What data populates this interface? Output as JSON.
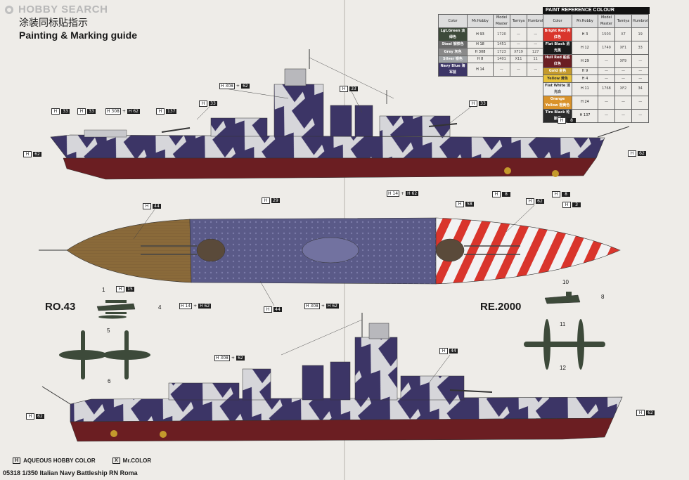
{
  "brand": {
    "logo_text": "HOBBY SEARCH"
  },
  "title": {
    "chinese": "涂装同标贴指示",
    "english": "Painting & Marking guide"
  },
  "paint_table": {
    "header": "PAINT REFERENCE COLOUR",
    "columns": [
      "Color",
      "Mr.Hobby",
      "Model Master",
      "Tamiya",
      "Humbrol"
    ],
    "left_rows": [
      {
        "name": "Lgt.Green 淡绿色",
        "swatch": "#3d4a3a",
        "code": "H 93",
        "mm": "1720",
        "tamiya": "—",
        "humbrol": "—"
      },
      {
        "name": "Steel 钢铁色",
        "swatch": "#6a6a6a",
        "code": "H 18",
        "mm": "1451",
        "tamiya": "—",
        "humbrol": "—"
      },
      {
        "name": "Grey 灰色",
        "swatch": "#8a8a8a",
        "code": "H 308",
        "mm": "1723",
        "tamiya": "XF19",
        "humbrol": "127"
      },
      {
        "name": "Silver 银色",
        "swatch": "#9fa3a6",
        "code": "H 8",
        "mm": "1401",
        "tamiya": "X11",
        "humbrol": "11"
      },
      {
        "name": "Navy Blue 海军蓝",
        "swatch": "#3c3566",
        "code": "H 14",
        "mm": "—",
        "tamiya": "—",
        "humbrol": "—"
      }
    ],
    "right_rows": [
      {
        "name": "Bright Red 亮红色",
        "swatch": "#d9352c",
        "code": "H 3",
        "mm": "1503",
        "tamiya": "X7",
        "humbrol": "19"
      },
      {
        "name": "Flat Black 消光黑",
        "swatch": "#1a1a1a",
        "code": "H 12",
        "mm": "1749",
        "tamiya": "XF1",
        "humbrol": "33"
      },
      {
        "name": "Hull Red 船底红色",
        "swatch": "#6b1e22",
        "code": "H 29",
        "mm": "—",
        "tamiya": "XF9",
        "humbrol": "—"
      },
      {
        "name": "Gold 金色",
        "swatch": "#c49a2c",
        "code": "H 9",
        "mm": "—",
        "tamiya": "—",
        "humbrol": "—"
      },
      {
        "name": "Yellow 黄色",
        "swatch": "#e8c23a",
        "code": "H 4",
        "mm": "—",
        "tamiya": "—",
        "humbrol": "—"
      },
      {
        "name": "Flat White 消光白",
        "swatch": "#efefef",
        "code": "H 11",
        "mm": "1768",
        "tamiya": "XF2",
        "humbrol": "34"
      },
      {
        "name": "Orange Yellow 橙黄色",
        "swatch": "#d9922a",
        "code": "H 24",
        "mm": "—",
        "tamiya": "—",
        "humbrol": "—"
      },
      {
        "name": "Tire Black 轮胎黑",
        "swatch": "#2b2b2b",
        "code": "H 137",
        "mm": "—",
        "tamiya": "—",
        "humbrol": "—"
      }
    ]
  },
  "callouts": {
    "c1": {
      "box": "H 308",
      "num": "62"
    },
    "c2": {
      "box": "H",
      "num": "33"
    },
    "c3": {
      "box": "H",
      "num": "33"
    },
    "c4": {
      "box": "H",
      "num": "33"
    },
    "c5": {
      "box": "H 308",
      "num": "H 62"
    },
    "c6": {
      "box": "H",
      "num": "137"
    },
    "c7": {
      "box": "H",
      "num": "33"
    },
    "c8": {
      "box": "H",
      "num": "33"
    },
    "c9": {
      "box": "H",
      "num": "8"
    },
    "c10": {
      "box": "H",
      "num": "62"
    },
    "c11": {
      "box": "H",
      "num": "62"
    },
    "c12": {
      "box": "H",
      "num": "8"
    },
    "c13": {
      "box": "H",
      "num": "8"
    },
    "c14": {
      "box": "H",
      "num": "29"
    },
    "c15": {
      "box": "H",
      "num": "44"
    },
    "c16": {
      "box": "H 14",
      "num": "H 62"
    },
    "c17": {
      "box": "H",
      "num": "58"
    },
    "c18": {
      "box": "H",
      "num": "62"
    },
    "c19": {
      "box": "H",
      "num": "3"
    },
    "c20": {
      "box": "H",
      "num": "44"
    },
    "c21": {
      "box": "H 14",
      "num": "H 62"
    },
    "c22": {
      "box": "H 308",
      "num": "H 62"
    },
    "c23": {
      "box": "H",
      "num": "15"
    },
    "c24": {
      "box": "H",
      "num": "44"
    },
    "c25": {
      "box": "H 308",
      "num": "62"
    },
    "c26": {
      "box": "H",
      "num": "62"
    },
    "c27": {
      "box": "H",
      "num": "62"
    }
  },
  "planes": {
    "left_name": "RO.43",
    "right_name": "RE.2000"
  },
  "part_numbers": [
    "1",
    "4",
    "5",
    "6",
    "10",
    "8",
    "11",
    "12"
  ],
  "legend": {
    "aqueous_box": "H",
    "aqueous_label": "AQUEOUS HOBBY COLOR",
    "mr_box": "X",
    "mr_label": "Mr.COLOR"
  },
  "footer": {
    "text": "05318 1/350 Italian Navy Battleship RN Roma"
  },
  "colors": {
    "hull_red": "#6b1e22",
    "navy_blue": "#3c3566",
    "light_grey": "#d9d9dc",
    "wood_deck": "#8a6a3a",
    "red_stripe": "#d9352c"
  }
}
